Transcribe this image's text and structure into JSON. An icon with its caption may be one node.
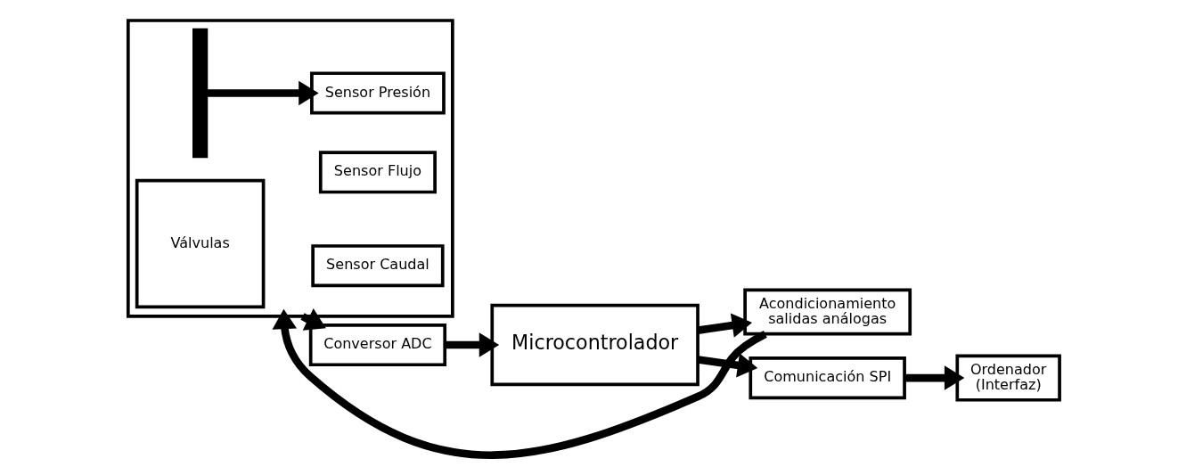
{
  "diagram": {
    "nodes": [
      {
        "text": [],
        "shape": "box"
      },
      {
        "text": [
          "Válvulas"
        ],
        "in": 0
      },
      {
        "text": [],
        "shape": "bar",
        "in": 0
      },
      {
        "text": [
          "Sensor Flujo"
        ],
        "in": 0
      },
      {
        "text": [
          "Sensor Presión"
        ],
        "in": 0
      },
      {
        "text": [
          "Sensor Caudal"
        ],
        "in": 0
      },
      {
        "text": [
          "Acondicionamiento salidas análogas"
        ]
      },
      {
        "text": [
          "Microcontrolador"
        ]
      },
      {
        "text": [
          "Conversor ADC"
        ]
      },
      {
        "text": [
          "Comunicación SPI"
        ]
      },
      {
        "text": [
          "Ordenador (Interfaz)"
        ]
      }
    ],
    "edges": [
      {
        "from": 6,
        "to": 0,
        "arrow": "to"
      },
      {
        "from": 2,
        "to": 4,
        "arrow": "to"
      },
      {
        "from": 0,
        "to": 8,
        "arrow": "to"
      },
      {
        "from": 8,
        "to": 7,
        "arrow": "to"
      },
      {
        "from": 7,
        "to": 6,
        "arrow": "to"
      },
      {
        "from": 7,
        "to": 9,
        "arrow": "to"
      },
      {
        "from": 9,
        "to": 10,
        "arrow": "to"
      }
    ]
  }
}
